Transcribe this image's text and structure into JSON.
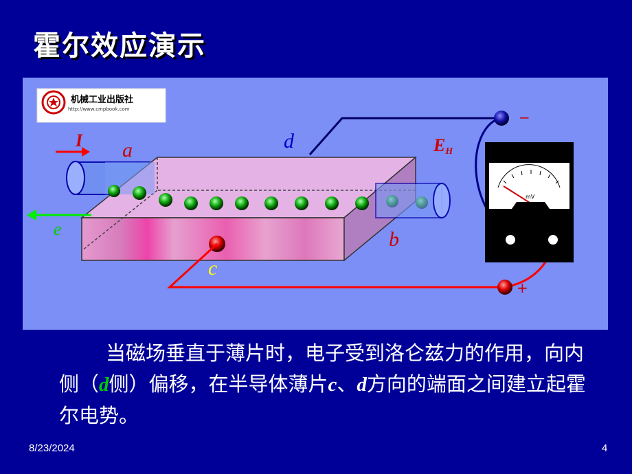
{
  "slide": {
    "title": "霍尔效应演示",
    "date": "8/23/2024",
    "page": "4"
  },
  "figure": {
    "publisher_name": "机械工业出版社",
    "publisher_url": "http://www.cmpbook.com",
    "labels": {
      "current": "I",
      "electron": "e",
      "a": "a",
      "b": "b",
      "c": "c",
      "d": "d",
      "hall_emf": "E",
      "hall_sub": "H",
      "minus": "−",
      "plus": "+",
      "meter_unit": "mV"
    }
  },
  "text": {
    "p1": "当磁场垂直于薄片时，电子受到洛仑兹力的作用，向内侧（",
    "d1": "d",
    "p2": "侧）偏移，在半导体薄片",
    "c": "c",
    "sep": "、",
    "d2": "d",
    "p3": "方向的端面之间建立起霍尔电势。"
  },
  "colors": {
    "background": "#000099",
    "figure_bg": "#7b8ff6",
    "slab_top": "#e8b4e6",
    "slab_front": "#dd8fc8",
    "wire_red": "#ff0000",
    "wire_dark": "#000066",
    "label_red": "#cc0000",
    "label_blue": "#0000cc",
    "label_yellow": "#ffff00",
    "electron_green": "#00cc00"
  }
}
